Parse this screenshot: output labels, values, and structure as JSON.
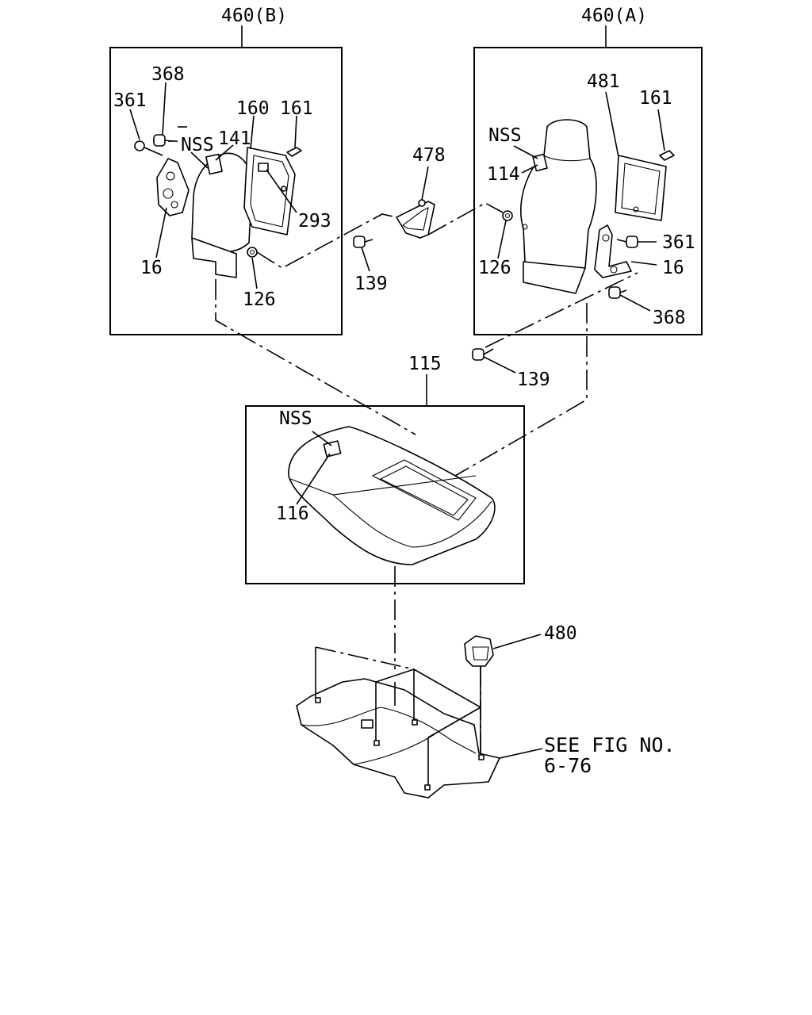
{
  "groups": {
    "seatback_b": "460(B)",
    "seatback_a": "460(A)",
    "cushion": "115"
  },
  "callouts": {
    "b_368": "368",
    "b_361": "361",
    "b_nss": "NSS",
    "b_141": "141",
    "b_160": "160",
    "b_161": "161",
    "b_293": "293",
    "b_16": "16",
    "b_126": "126",
    "c_478": "478",
    "c_139_top": "139",
    "a_481": "481",
    "a_161": "161",
    "a_nss": "NSS",
    "a_114": "114",
    "a_126": "126",
    "a_361": "361",
    "a_16": "16",
    "a_368": "368",
    "c_139_bottom": "139",
    "cu_nss": "NSS",
    "cu_116": "116",
    "f_480": "480"
  },
  "reference": {
    "line1": "SEE FIG NO.",
    "line2": "6-76"
  }
}
